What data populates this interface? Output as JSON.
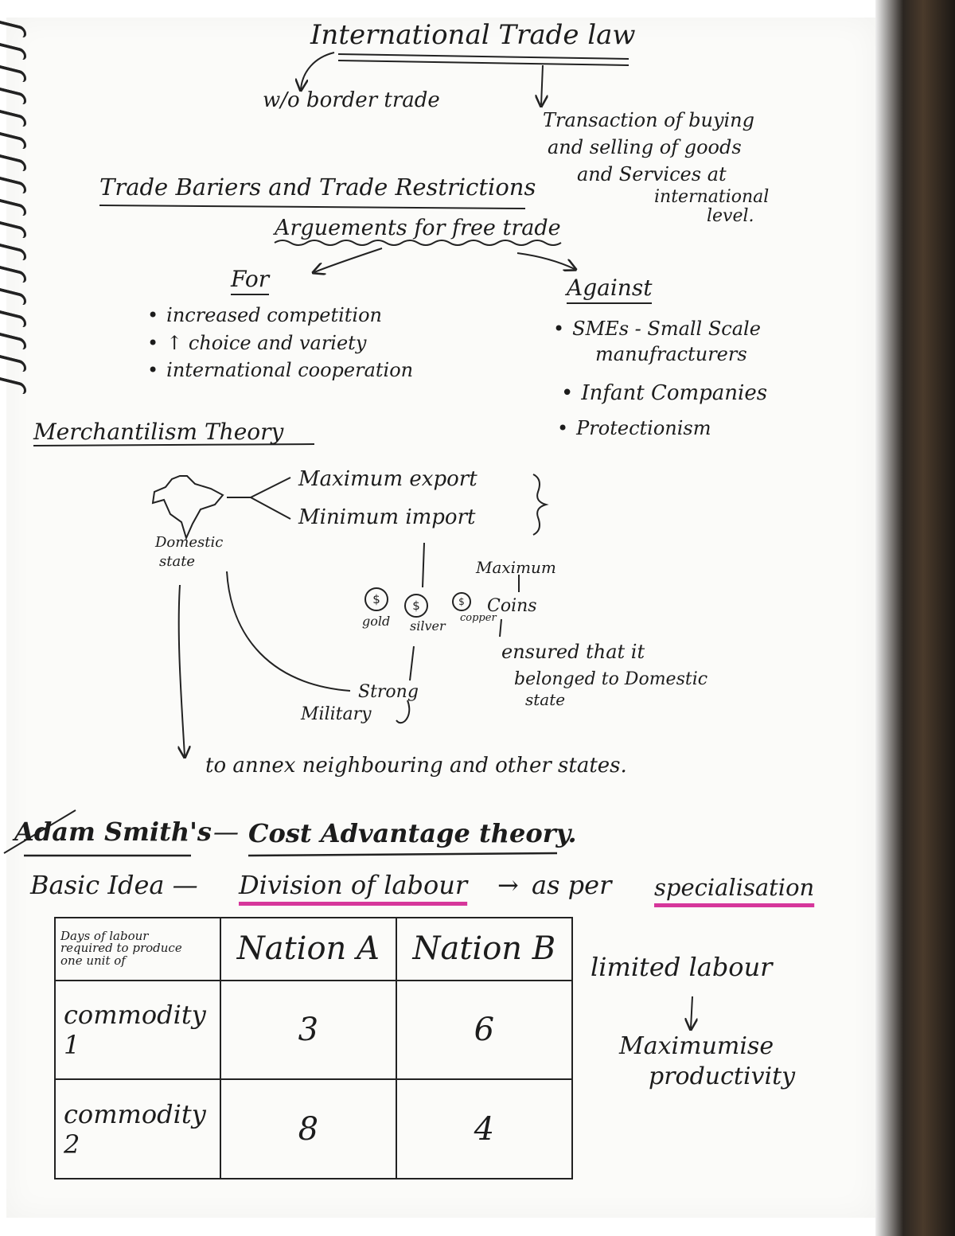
{
  "title": "International Trade law",
  "branch_left": "w/o border trade",
  "branch_right": [
    "Transaction of buying",
    "and selling of goods",
    "and Services at",
    "international",
    "level."
  ],
  "heading_barriers": "Trade Bariers and Trade Restrictions",
  "heading_arguments": "Arguements for free trade",
  "for": {
    "label": "For",
    "items": [
      "increased competition",
      "↑ choice and variety",
      "international cooperation"
    ]
  },
  "against": {
    "label": "Against",
    "items": [
      "SMEs - Small Scale",
      "manufracturers",
      "Infant Companies",
      "Protectionism"
    ]
  },
  "merc": {
    "heading": "Merchantilism Theory",
    "max_export": "Maximum export",
    "min_import": "Minimum import",
    "domestic_state": [
      "Domestic",
      "state"
    ],
    "maximum": "Maximum",
    "coins": "Coins",
    "gold": "gold",
    "silver": "silver",
    "copper": "copper",
    "coin_symbol": "$",
    "ensured": [
      "ensured that it",
      "belonged to Domestic",
      "state"
    ],
    "strong": "Strong",
    "military": "Military",
    "annex": "to annex neighbouring and other states."
  },
  "smith": {
    "heading": "Adam Smith's",
    "dash": "—",
    "theory": "Cost Advantage theory.",
    "basic_idea": "Basic Idea —",
    "division": "Division of labour",
    "arrow": "→",
    "as_per": "as per",
    "specialisation": "specialisation"
  },
  "table": {
    "corner": [
      "Days of labour",
      "required to produce",
      "one unit of"
    ],
    "nation_a": "Nation A",
    "nation_b": "Nation B",
    "rows": [
      {
        "label": "commodity 1",
        "a": "3",
        "b": "6"
      },
      {
        "label": "commodity 2",
        "a": "8",
        "b": "4"
      }
    ]
  },
  "limited_labour": "limited labour",
  "maximise": [
    "Maximumise",
    "productivity"
  ]
}
